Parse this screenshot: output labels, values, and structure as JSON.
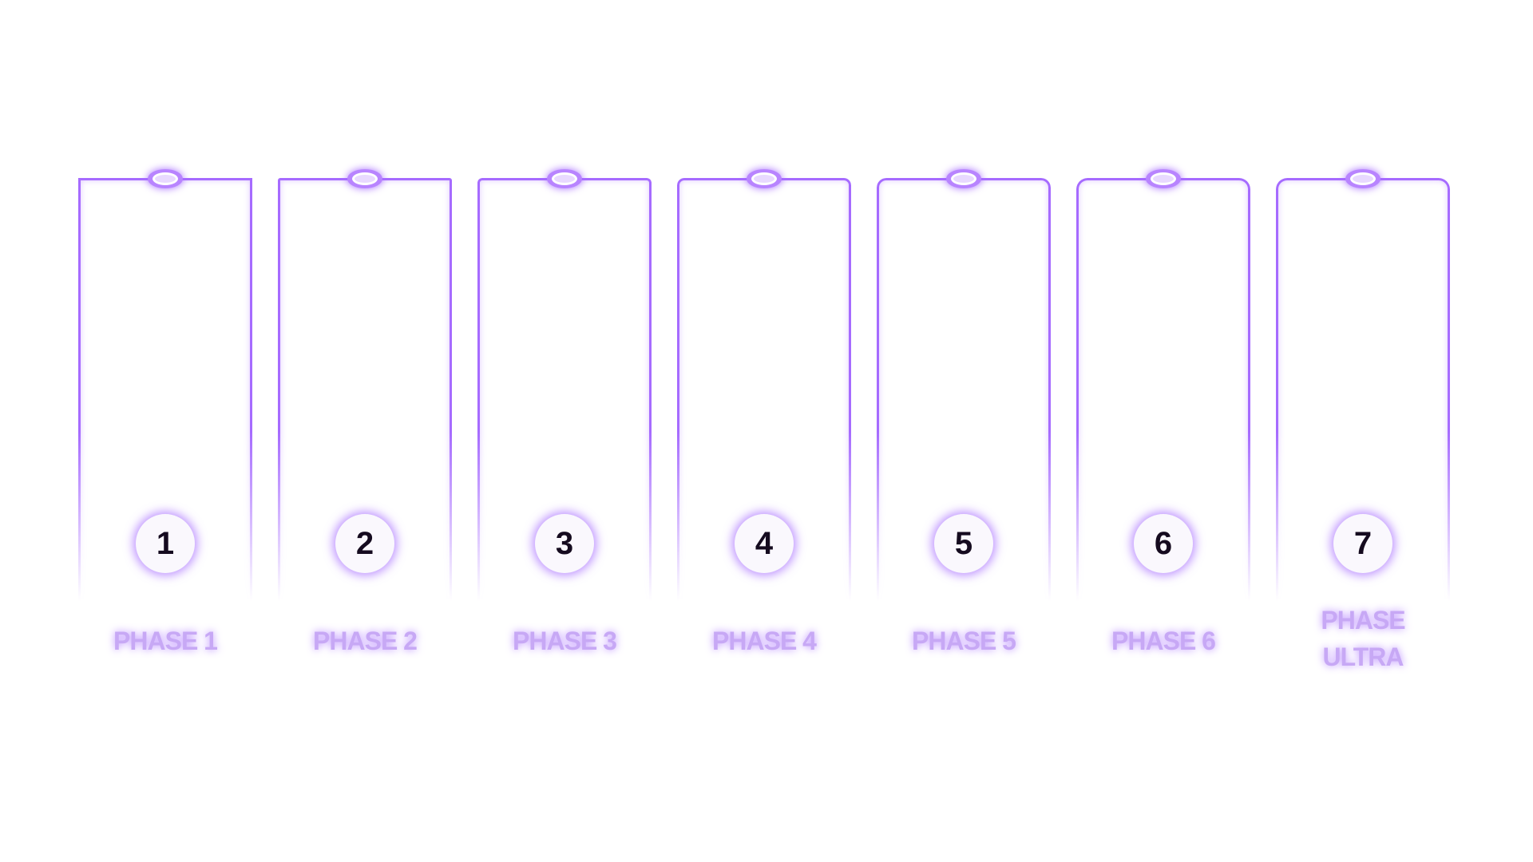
{
  "phases": [
    {
      "number": "1",
      "label": "PHASE 1"
    },
    {
      "number": "2",
      "label": "PHASE 2"
    },
    {
      "number": "3",
      "label": "PHASE 3"
    },
    {
      "number": "4",
      "label": "PHASE 4"
    },
    {
      "number": "5",
      "label": "PHASE 5"
    },
    {
      "number": "6",
      "label": "PHASE 6"
    },
    {
      "number": "7",
      "label": "PHASE ULTRA"
    }
  ],
  "colors": {
    "accent": "#a66bff",
    "label": "#c7a8f5",
    "number": "#150b1f"
  }
}
